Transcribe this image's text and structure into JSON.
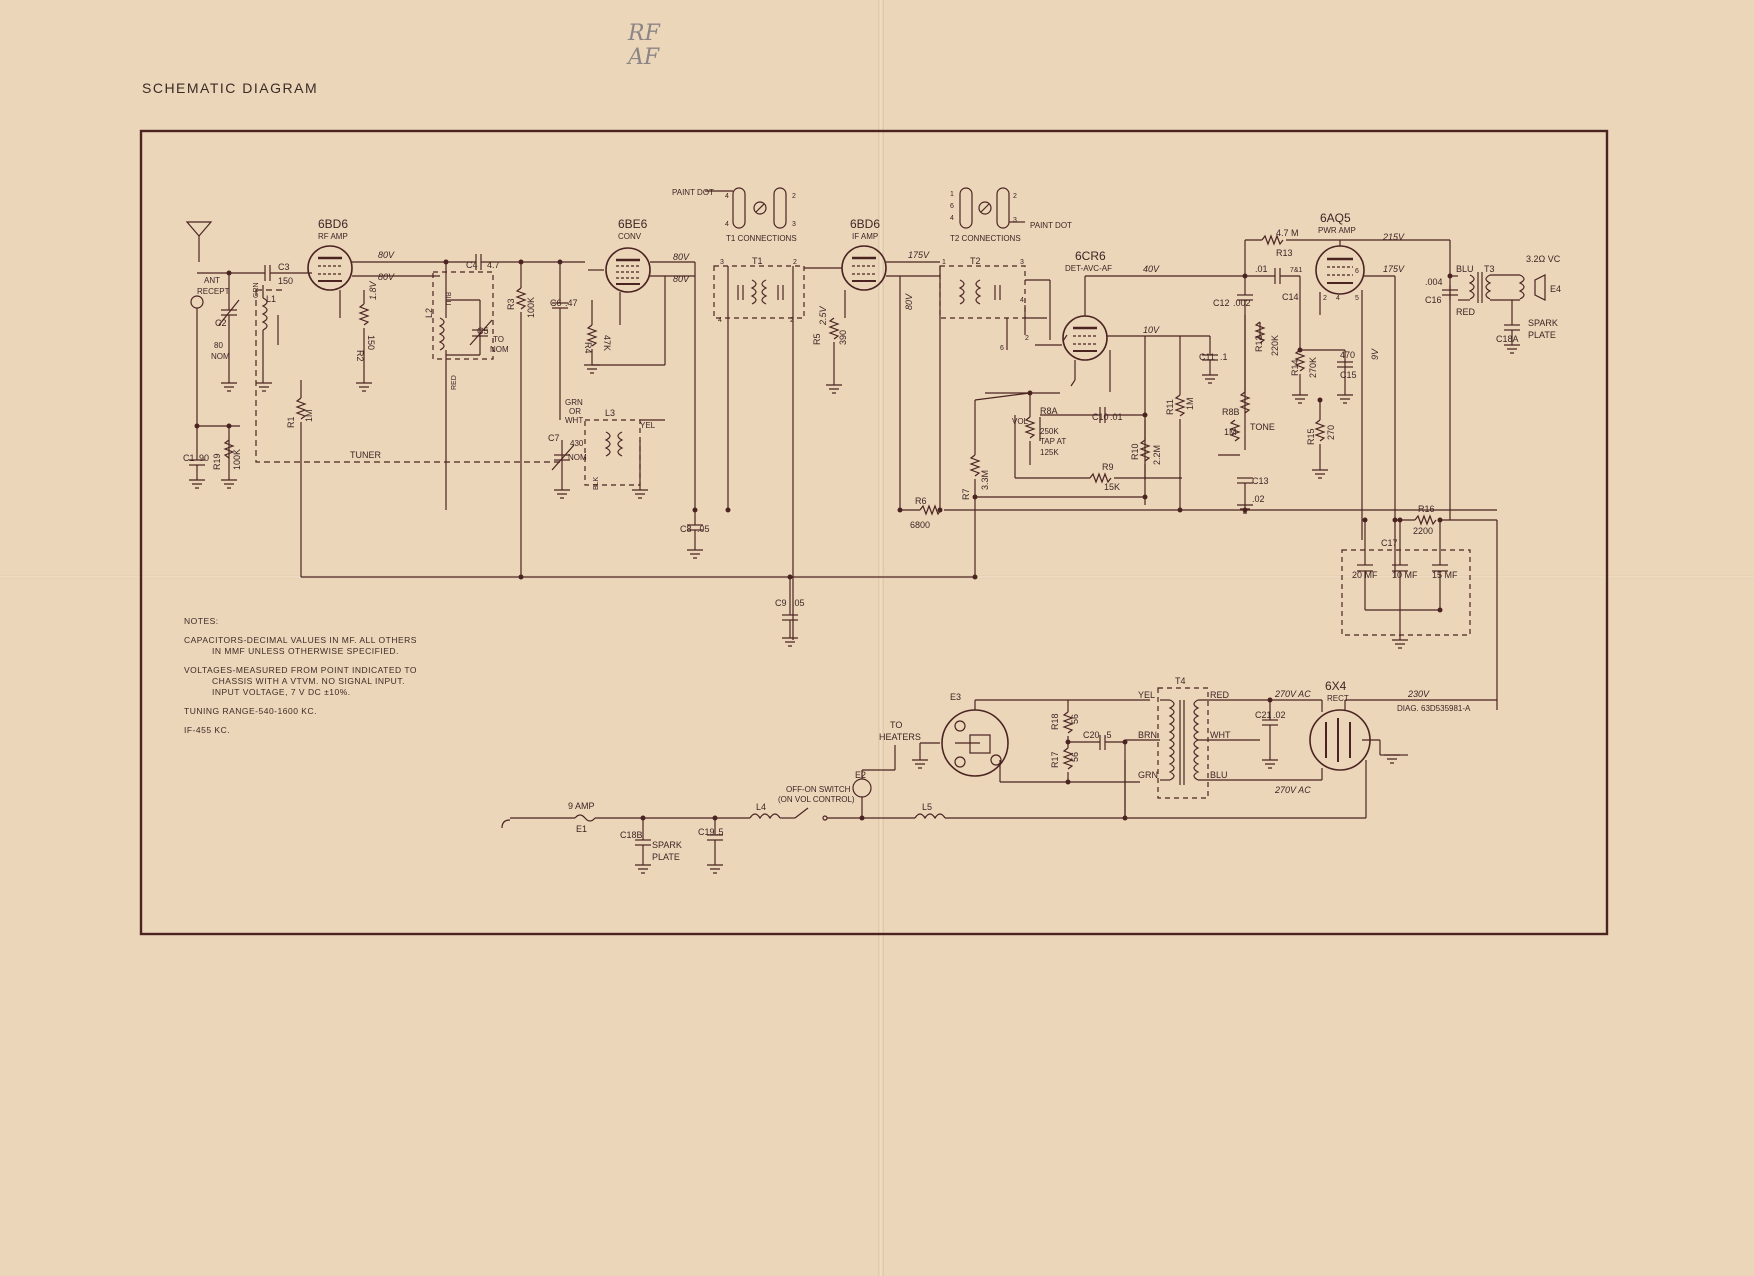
{
  "header": {
    "title": "SCHEMATIC DIAGRAM",
    "pencil_line1": "RF",
    "pencil_line2": "AF"
  },
  "notes": {
    "heading": "NOTES:",
    "line1": "CAPACITORS-DECIMAL VALUES IN MF. ALL OTHERS",
    "line2": "IN MMF UNLESS OTHERWISE SPECIFIED.",
    "line3": "VOLTAGES-MEASURED FROM POINT INDICATED TO",
    "line4": "CHASSIS WITH A VTVM. NO SIGNAL INPUT.",
    "line5": "INPUT VOLTAGE, 7 V DC ±10%.",
    "line6": "TUNING RANGE-540-1600 KC.",
    "line7": "IF-455 KC."
  },
  "tubes": {
    "v1_type": "6BD6",
    "v1_role": "RF AMP",
    "v2_type": "6BE6",
    "v2_role": "CONV",
    "v3_type": "6BD6",
    "v3_role": "IF AMP",
    "v4_type": "6CR6",
    "v4_role": "DET-AVC-AF",
    "v5_type": "6AQ5",
    "v5_role": "PWR AMP",
    "v6_type": "6X4",
    "v6_role": "RECT"
  },
  "labels": {
    "ant": "ANT",
    "recept": "RECEPT",
    "c3": "C3",
    "c3v": "150",
    "grn": "GRN",
    "l1": "L1",
    "c2": "C2",
    "c2v1": "80",
    "c2v2": "NOM",
    "r2": "R2",
    "r2v": "150",
    "v18": "1.8V",
    "v80a": "80V",
    "v80b": "80V",
    "v80c": "80V",
    "v80d": "80V",
    "v80e": "80V",
    "c4": "C4",
    "c4v": "4.7",
    "blu_l2": "BLU",
    "l2": "L2",
    "red_l2": "RED",
    "c5": "C5",
    "to": "TO",
    "nom": "NOM",
    "r3": "R3",
    "r3v": "100K",
    "c6": "C6",
    "c6v": ".47",
    "r4": "R4",
    "r4v": "47K",
    "grn_or_wht1": "GRN",
    "grn_or_wht2": "OR",
    "grn_or_wht3": "WHT",
    "l3": "L3",
    "yel": "YEL",
    "c7": "C7",
    "c7v1": "430",
    "c7v2": "NOM",
    "blk": "BLK",
    "tuner": "TUNER",
    "c1": "C1",
    "c1v": "90",
    "r19": "R19",
    "r19v": "100K",
    "r1": "R1",
    "r1v": "1M",
    "paint_dot1": "PAINT DOT",
    "t1": "T1",
    "t1_conn": "T1 CONNECTIONS",
    "paint_dot2": "PAINT DOT",
    "t2": "T2",
    "t2_conn": "T2 CONNECTIONS",
    "r5": "R5",
    "r5v": "390",
    "v25": "2.5V",
    "v175a": "175V",
    "c8": "C8",
    "c8v": ".05",
    "c9": "C9",
    "c9v": ".05",
    "r6": "R6",
    "r6v": "6800",
    "r7": "R7",
    "r7v": "3.3M",
    "v40": "40V",
    "v10": "10V",
    "r8a": "R8A",
    "vol": "VOL",
    "r8av1": "250K",
    "r8av2": "TAP AT",
    "r8av3": "125K",
    "c10": "C10",
    "c10v": ".01",
    "r9": "R9",
    "r9v": "15K",
    "r10": "R10",
    "r10v": "2.2M",
    "c11": "C11",
    "c11v": ".1",
    "r11": "R11",
    "r11v": "1M",
    "r8b": "R8B",
    "r8bv": "1M",
    "tone": "TONE",
    "c12": "C12",
    "c12v": ".002",
    "c13": "C13",
    "c13v": ".02",
    "r12": "R12",
    "r12v": "220K",
    "r13": "R13",
    "r13v": "4.7 M",
    "c14": "C14",
    "c14v": ".01",
    "r14": "R14",
    "r14v": "270K",
    "c15": "C15",
    "c15v": "470",
    "r15": "R15",
    "r15v": "270",
    "v215": "215V",
    "v175b": "175V",
    "v9": "9V",
    "c16": "C16",
    "c16v": ".004",
    "blu_t3": "BLU",
    "red_t3": "RED",
    "t3": "T3",
    "vc": "3.2Ω VC",
    "e4": "E4",
    "c18a": "C18A",
    "spark1": "SPARK",
    "plate1": "PLATE",
    "r16": "R16",
    "r16v": "2200",
    "c17": "C17",
    "c17a": "20 MF",
    "c17b": "10 MF",
    "c17c": "15 MF",
    "e3": "E3",
    "r18": "R18",
    "r18v": "56",
    "r17": "R17",
    "r17v": "56",
    "c20": "C20",
    "c20v": ".5",
    "t4": "T4",
    "yel_t4": "YEL",
    "red_t4": "RED",
    "brn_t4": "BRN",
    "wht_t4": "WHT",
    "grn_t4": "GRN",
    "blu_t4": "BLU",
    "c21": "C21",
    "c21v": ".02",
    "v270a": "270V AC",
    "v270b": "270V AC",
    "v230": "230V",
    "diag": "DIAG. 63D535981-A",
    "to_heaters1": "TO",
    "to_heaters2": "HEATERS",
    "e2": "E2",
    "switch1": "OFF-ON SWITCH",
    "switch2": "(ON VOL CONTROL)",
    "l4": "L4",
    "l5": "L5",
    "fuse1": "9 AMP",
    "fuse2": "E1",
    "c18b": "C18B",
    "spark2": "SPARK",
    "plate2": "PLATE",
    "c19": "C19",
    "c19v": ".5"
  },
  "colors": {
    "ink": "#4b2422",
    "paper": "#ebd6ba",
    "border": "#4a2421"
  }
}
